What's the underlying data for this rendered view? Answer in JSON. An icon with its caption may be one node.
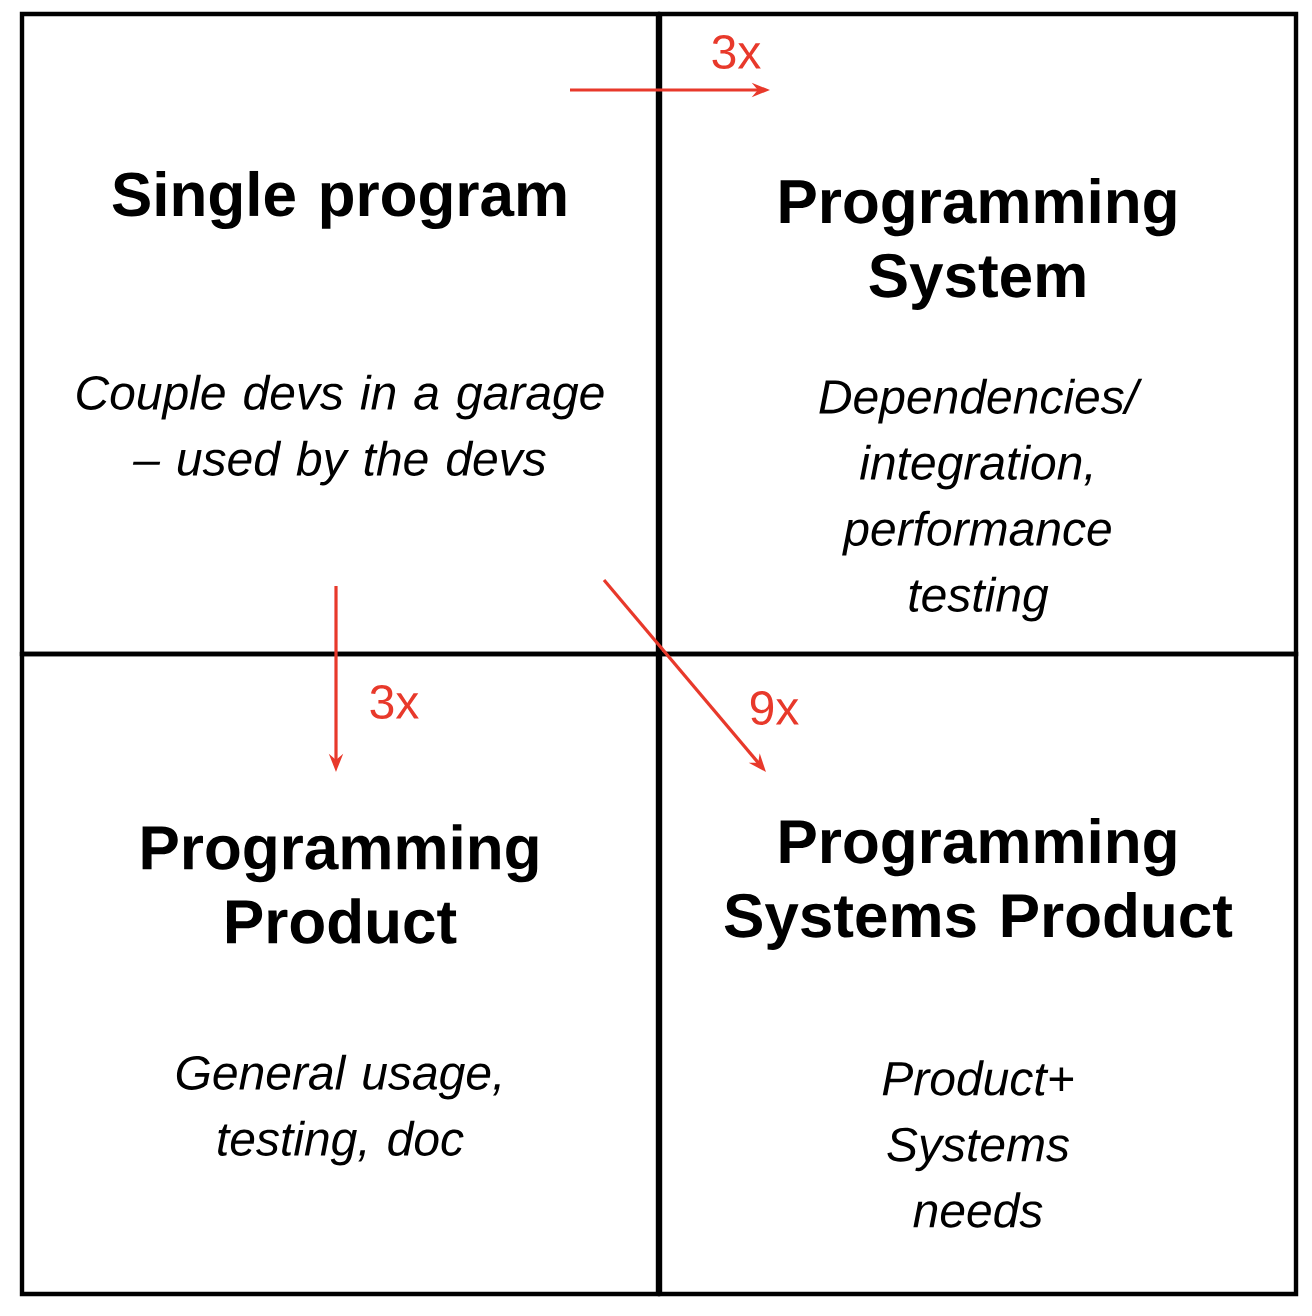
{
  "diagram": {
    "nodes": [
      {
        "text": [
          "Single program",
          "Couple devs in a garage – used by the devs"
        ]
      },
      {
        "text": [
          "Programming System",
          "Dependencies/ integration, performance testing"
        ]
      },
      {
        "text": [
          "Programming Product",
          "General usage, testing, doc"
        ]
      },
      {
        "text": [
          "Programming Systems Product",
          "Product+ Systems needs"
        ]
      }
    ],
    "edges": [
      {
        "from": 0,
        "to": 1,
        "arrow": "to",
        "label": "3x"
      },
      {
        "from": 0,
        "to": 2,
        "arrow": "to",
        "label": "3x"
      },
      {
        "from": 0,
        "to": 3,
        "arrow": "to",
        "label": "9x"
      }
    ]
  }
}
